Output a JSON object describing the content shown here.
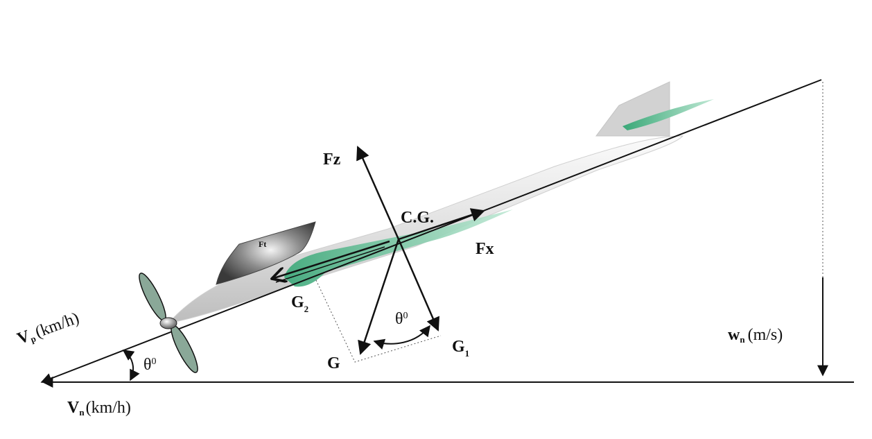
{
  "labels": {
    "fz": "Fz",
    "cg": "C.G.",
    "fx": "Fx",
    "ft": "Ft",
    "g": "G",
    "g1_main": "G",
    "g1_sub": "1",
    "g2_main": "G",
    "g2_sub": "2",
    "theta_symbol": "θ",
    "theta_sup": "0",
    "theta2_symbol": "θ",
    "theta2_sup": "0",
    "vp_main": "V",
    "vp_sub": "p",
    "vp_unit": "(km/h)",
    "vn_main": "V",
    "vn_sub": "n",
    "vn_unit": "(km/h)",
    "wn_main": "w",
    "wn_sub": "n",
    "wn_unit": "(m/s)"
  },
  "colors": {
    "line": "#111111",
    "fuselage": "#e4e4e4",
    "canopy": "#5a5a5a",
    "accent_green": "#4fb98a",
    "propeller": "#8aa898"
  }
}
